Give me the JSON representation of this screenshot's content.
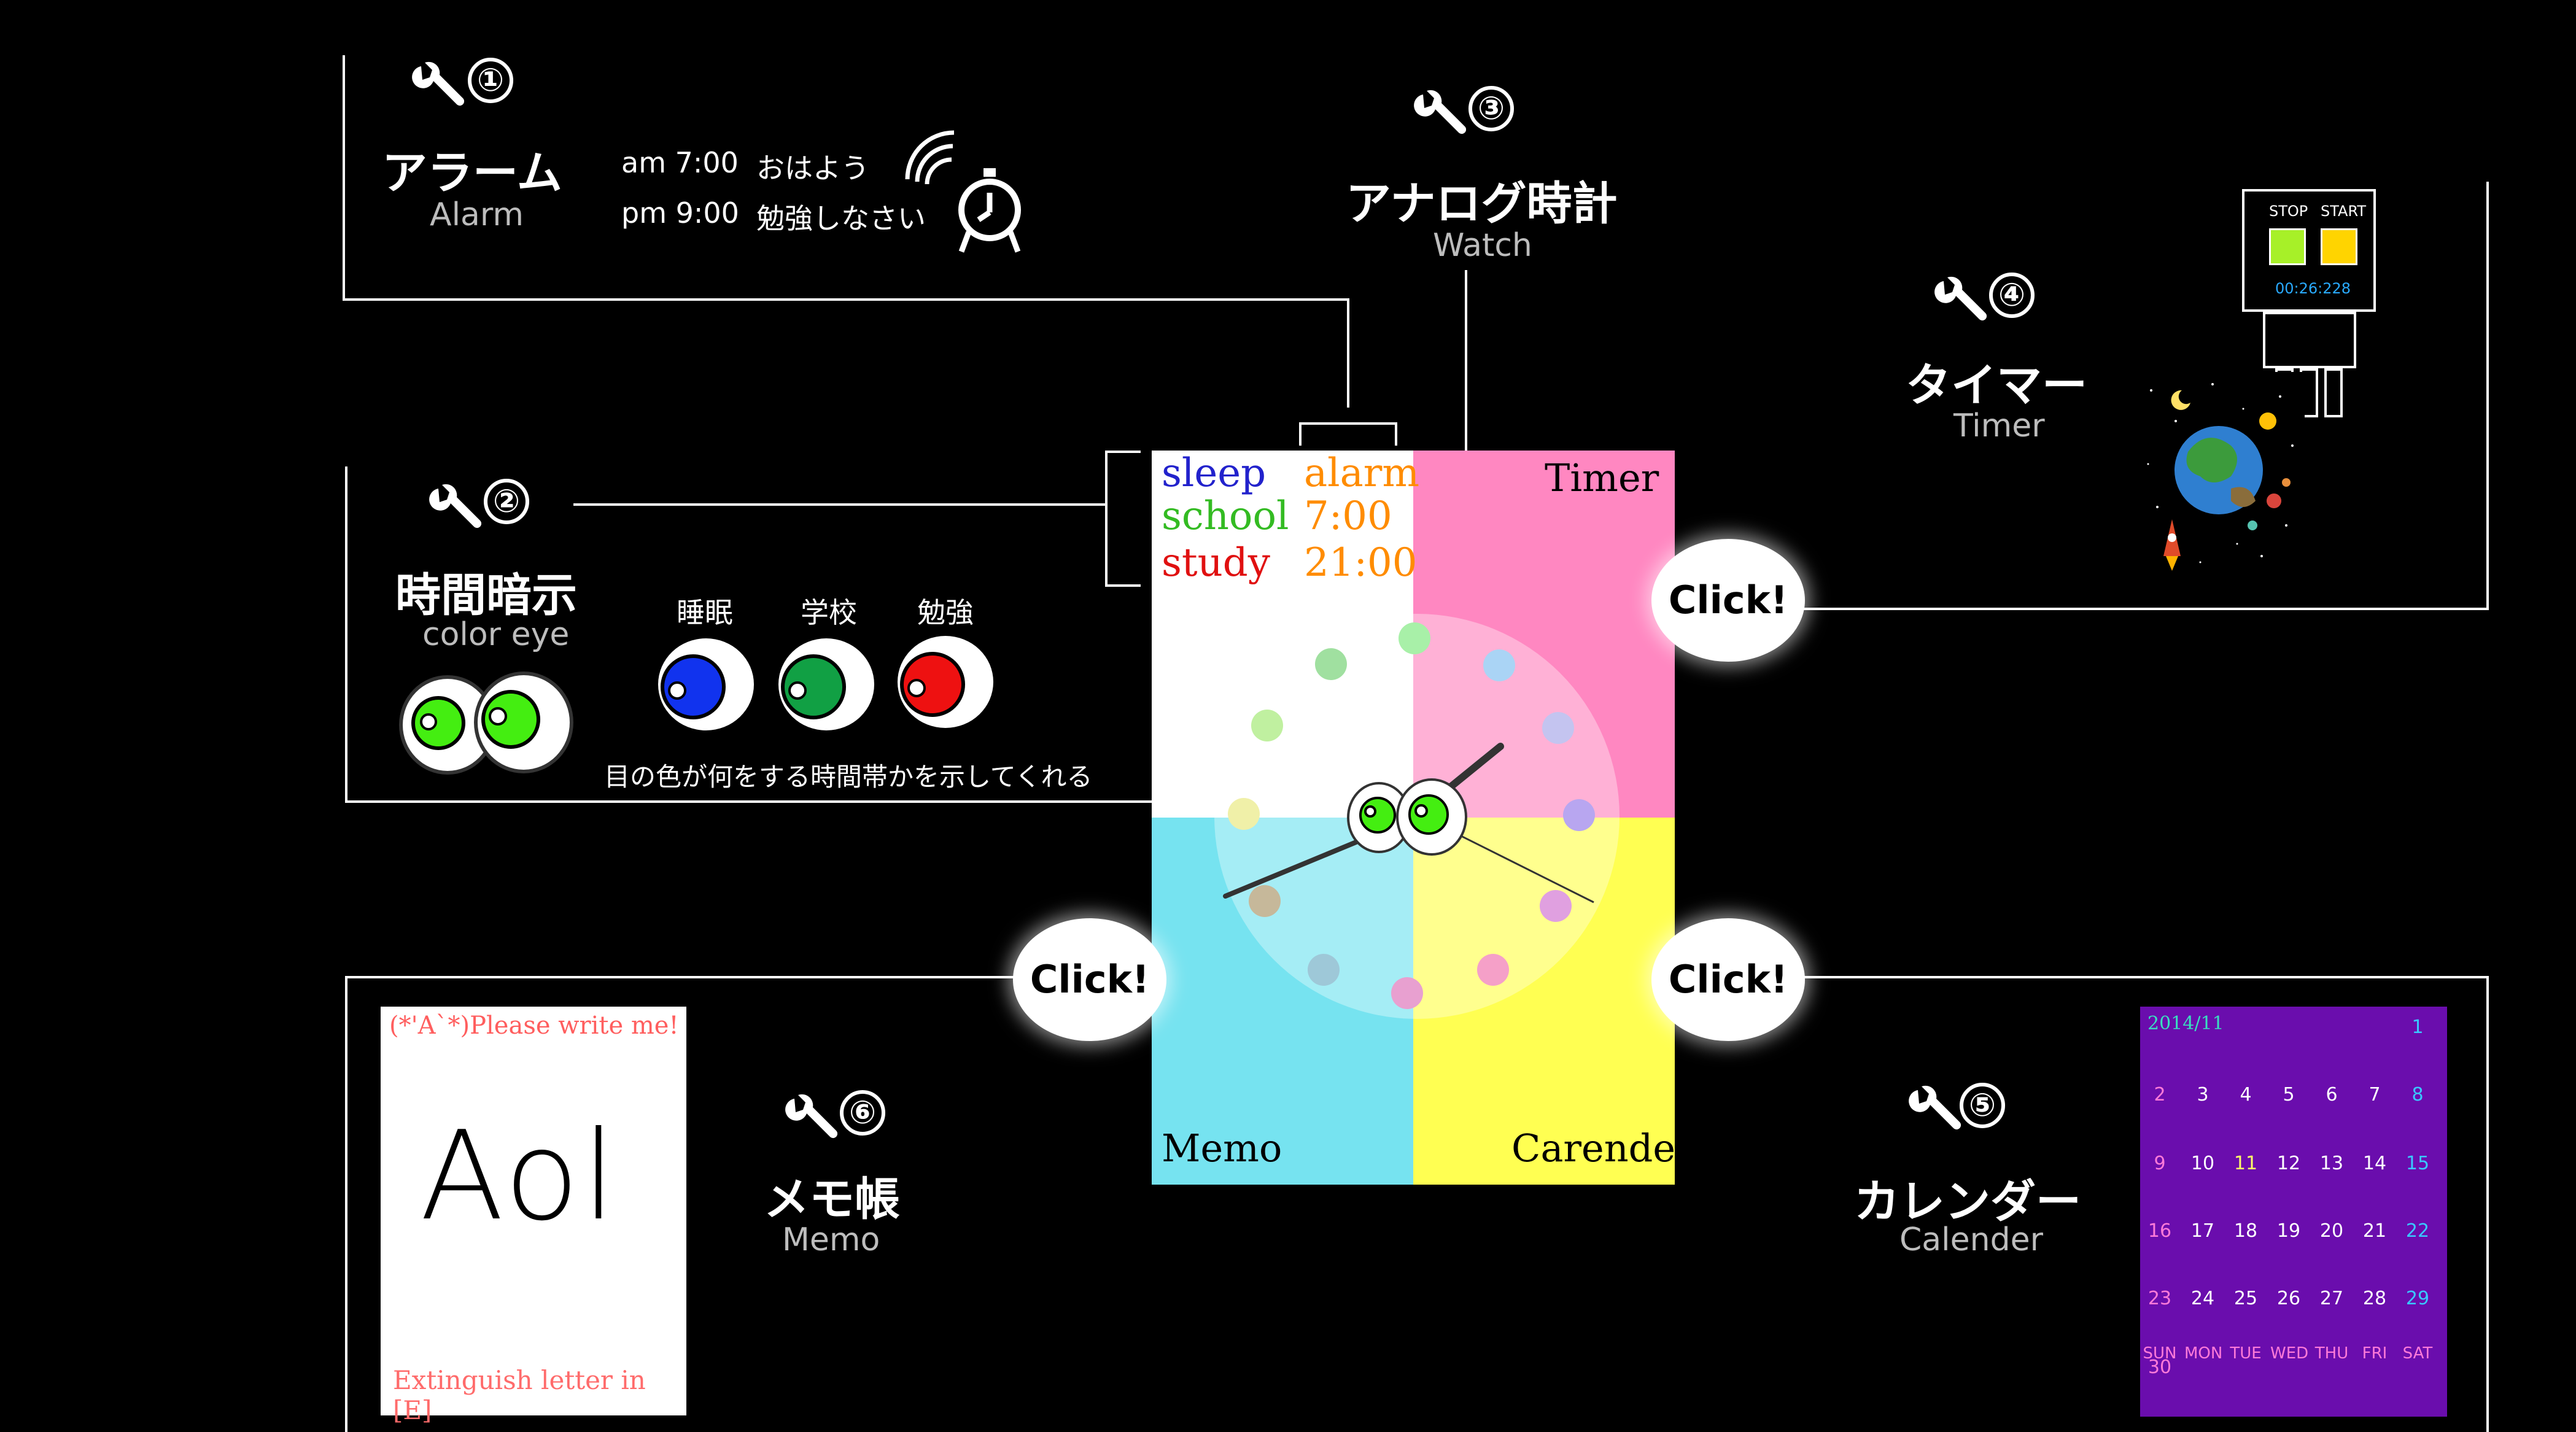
{
  "colors": {
    "background": "#000000",
    "pink": "#ff87c1",
    "cyan": "#76e3f0",
    "yellow": "#ffff52",
    "calendar": "#6a0dad",
    "sleep": "#2222cc",
    "school": "#33bb22",
    "study": "#e01010",
    "alarm_orange": "#ff8c00"
  },
  "features": {
    "alarm": {
      "number": "①",
      "title_jp": "アラーム",
      "title_en": "Alarm",
      "entries": [
        {
          "time": "am  7:00",
          "message": "おはよう"
        },
        {
          "time": "pm 9:00",
          "message": "勉強しなさい"
        }
      ],
      "icon": "alarm-clock-icon"
    },
    "color_eye": {
      "number": "②",
      "title_jp": "時間暗示",
      "title_en": "color eye",
      "eye_labels": [
        "睡眠",
        "学校",
        "勉強"
      ],
      "description": "目の色が何をする時間帯かを示してくれる"
    },
    "watch": {
      "number": "③",
      "title_jp": "アナログ時計",
      "title_en": "Watch"
    },
    "timer": {
      "number": "④",
      "title_jp": "タイマー",
      "title_en": "Timer",
      "stop_label": "STOP",
      "start_label": "START",
      "readout": "00:26:228"
    },
    "calendar": {
      "number": "⑤",
      "title_jp": "カレンダー",
      "title_en": "Calender",
      "month": "2014/11",
      "weekdays": [
        "SUN",
        "MON",
        "TUE",
        "WED",
        "THU",
        "FRI",
        "SAT"
      ],
      "days": [
        [
          "",
          "",
          "",
          "",
          "",
          "",
          "1"
        ],
        [
          "2",
          "3",
          "4",
          "5",
          "6",
          "7",
          "8"
        ],
        [
          "9",
          "10",
          "11",
          "12",
          "13",
          "14",
          "15"
        ],
        [
          "16",
          "17",
          "18",
          "19",
          "20",
          "21",
          "22"
        ],
        [
          "23",
          "24",
          "25",
          "26",
          "27",
          "28",
          "29"
        ],
        [
          "30",
          "",
          "",
          "",
          "",
          "",
          ""
        ]
      ]
    },
    "memo": {
      "number": "⑥",
      "title_jp": "メモ帳",
      "title_en": "Memo",
      "header": "(*'A`*)Please write me!",
      "handwriting": "Aol",
      "footer": "Extinguish letter in [E]"
    }
  },
  "phone": {
    "status": [
      {
        "activity": "sleep",
        "time": "alarm"
      },
      {
        "activity": "school",
        "time": "7:00"
      },
      {
        "activity": "study",
        "time": "21:00"
      }
    ],
    "quadrants": {
      "timer": "Timer",
      "memo": "Memo",
      "calendar": "Carender"
    }
  },
  "bubbles": {
    "timer": "Click!",
    "memo": "Click!",
    "calendar": "Click!"
  }
}
